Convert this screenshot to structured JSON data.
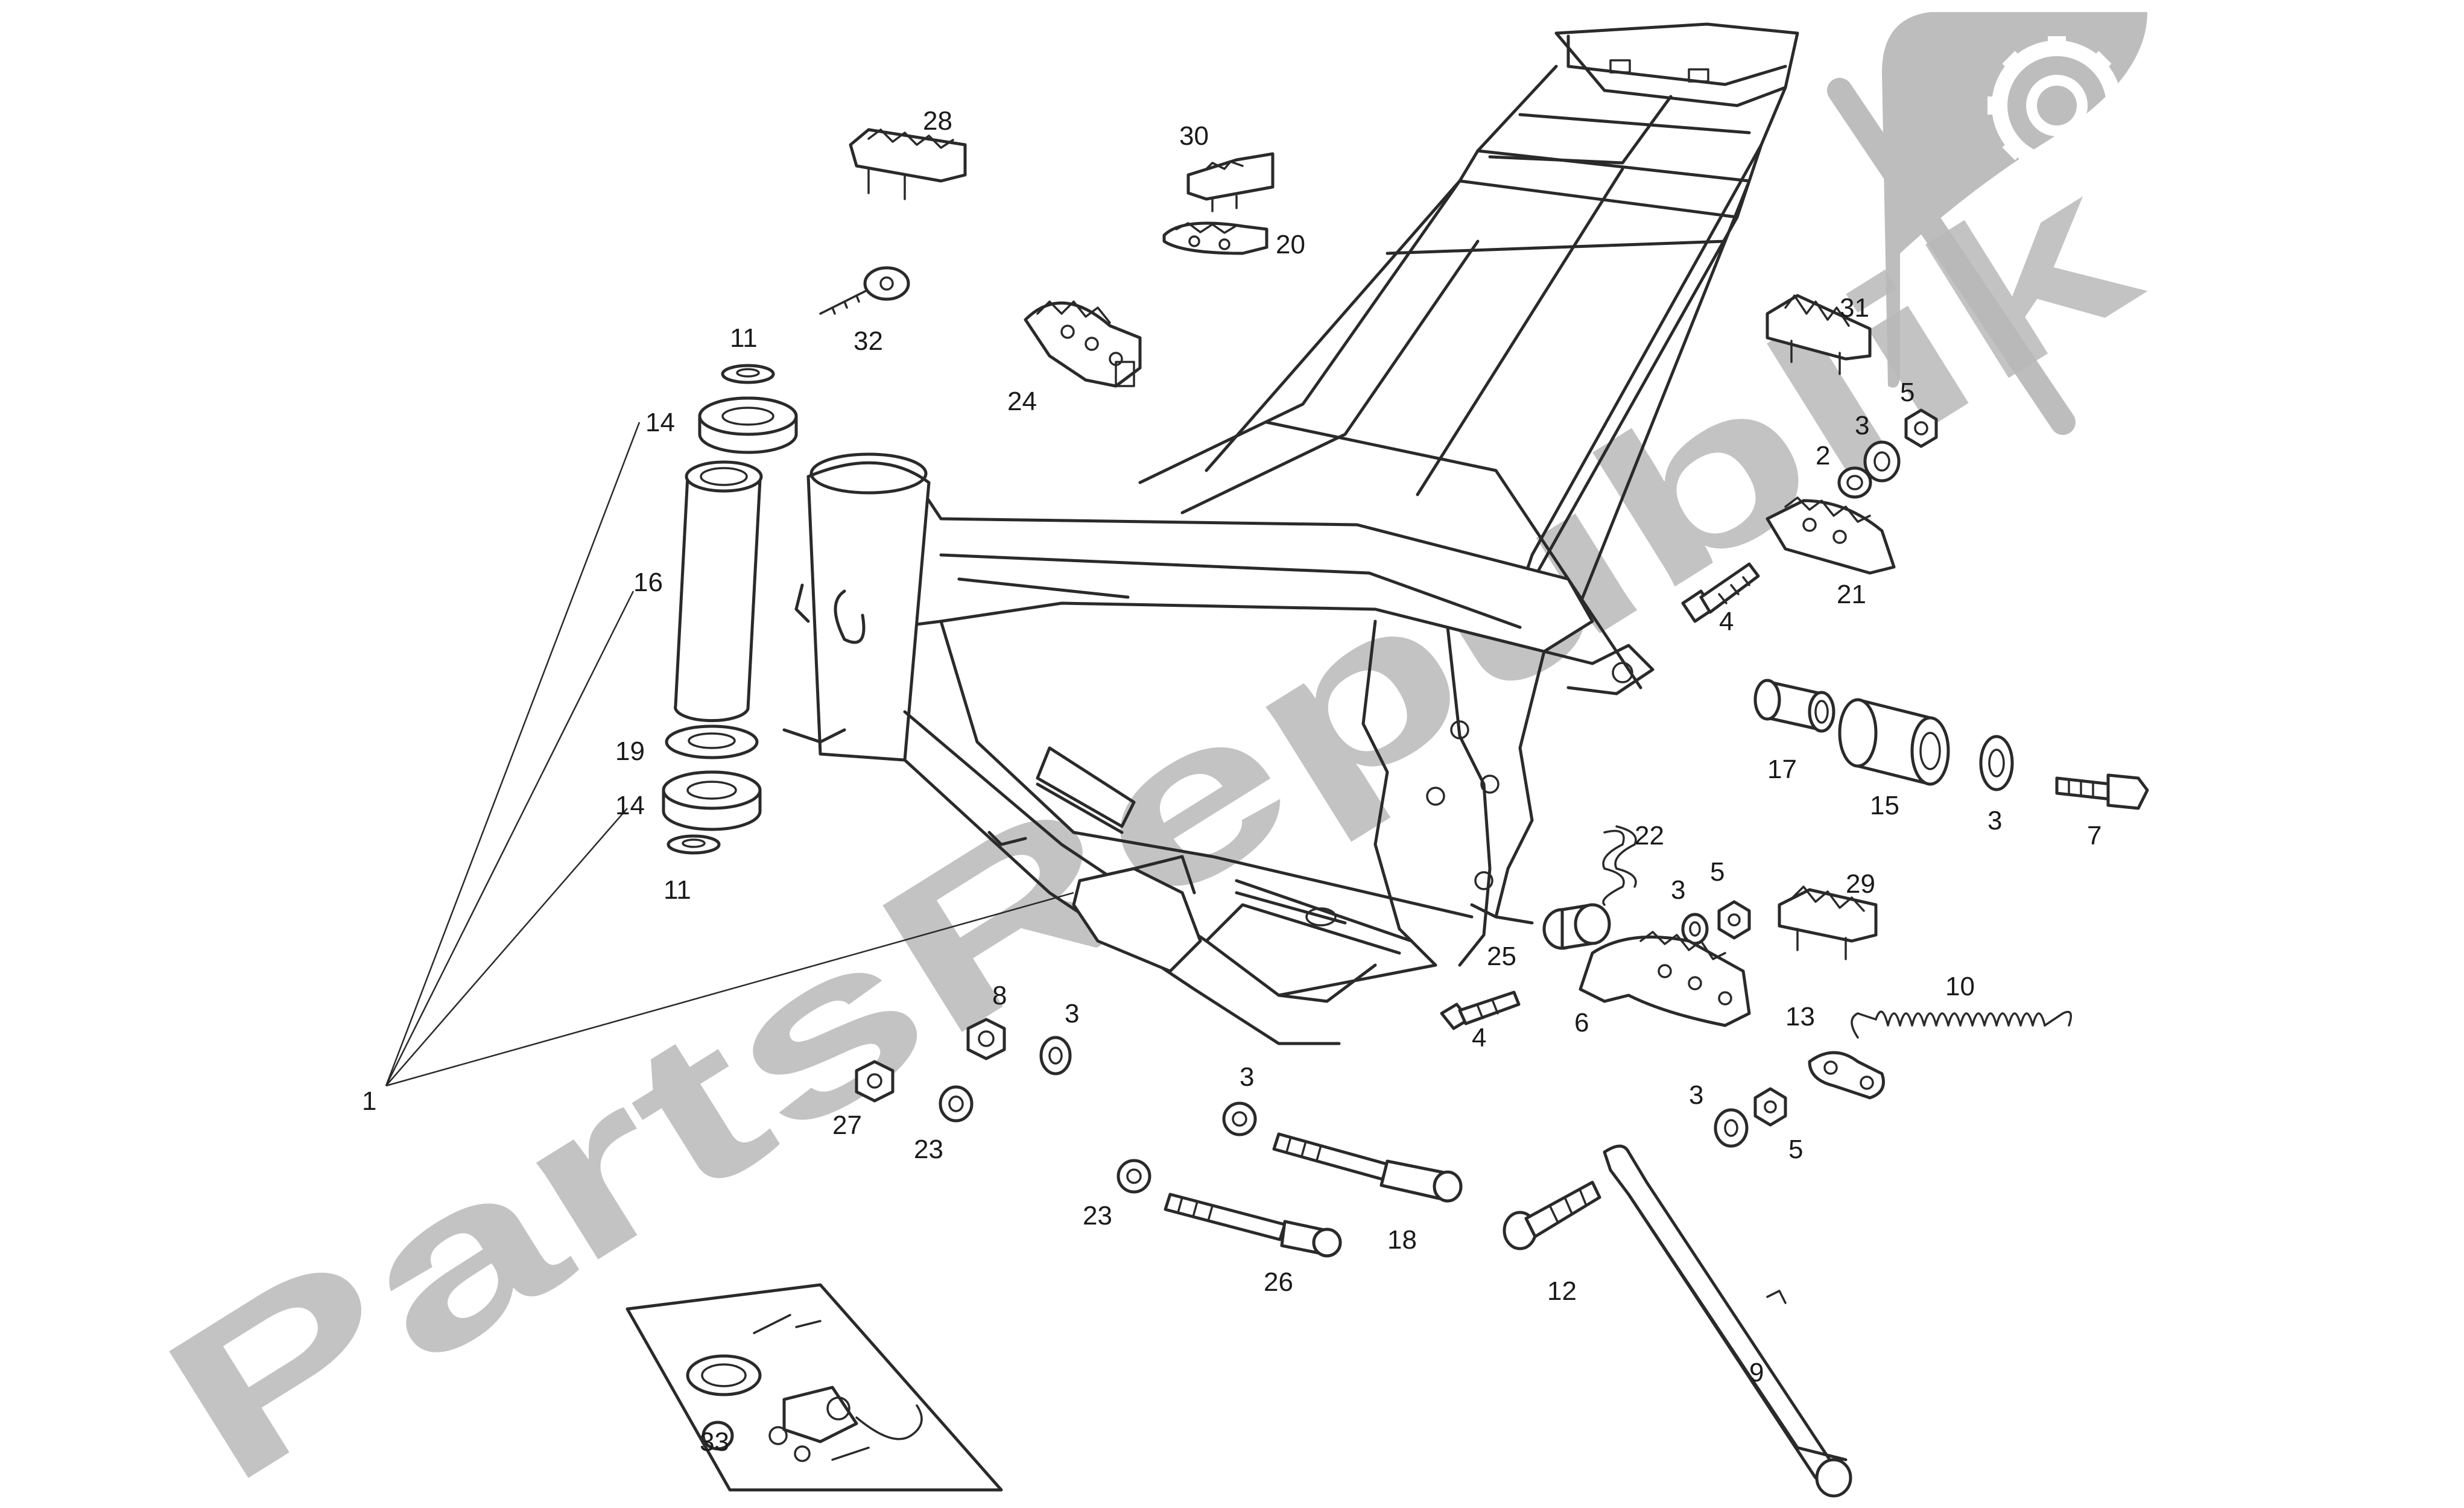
{
  "watermark": {
    "text": "PartsRepublik",
    "color": "#b9b9b9",
    "logo_icon": "gear-flag-icon"
  },
  "callouts": [
    {
      "id": "c28",
      "label": "28"
    },
    {
      "id": "c30",
      "label": "30"
    },
    {
      "id": "c20",
      "label": "20"
    },
    {
      "id": "c32",
      "label": "32"
    },
    {
      "id": "c24",
      "label": "24"
    },
    {
      "id": "c11a",
      "label": "11"
    },
    {
      "id": "c14a",
      "label": "14"
    },
    {
      "id": "c16",
      "label": "16"
    },
    {
      "id": "c19",
      "label": "19"
    },
    {
      "id": "c14b",
      "label": "14"
    },
    {
      "id": "c11b",
      "label": "11"
    },
    {
      "id": "c1",
      "label": "1"
    },
    {
      "id": "c31",
      "label": "31"
    },
    {
      "id": "c5a",
      "label": "5"
    },
    {
      "id": "c3a",
      "label": "3"
    },
    {
      "id": "c2",
      "label": "2"
    },
    {
      "id": "c4a",
      "label": "4"
    },
    {
      "id": "c21",
      "label": "21"
    },
    {
      "id": "c17",
      "label": "17"
    },
    {
      "id": "c15",
      "label": "15"
    },
    {
      "id": "c3b",
      "label": "3"
    },
    {
      "id": "c7",
      "label": "7"
    },
    {
      "id": "c22",
      "label": "22"
    },
    {
      "id": "c3c",
      "label": "3"
    },
    {
      "id": "c5b",
      "label": "5"
    },
    {
      "id": "c29",
      "label": "29"
    },
    {
      "id": "c25",
      "label": "25"
    },
    {
      "id": "c6",
      "label": "6"
    },
    {
      "id": "c4b",
      "label": "4"
    },
    {
      "id": "c10",
      "label": "10"
    },
    {
      "id": "c13",
      "label": "13"
    },
    {
      "id": "c3d",
      "label": "3"
    },
    {
      "id": "c5c",
      "label": "5"
    },
    {
      "id": "c8",
      "label": "8"
    },
    {
      "id": "c3e",
      "label": "3"
    },
    {
      "id": "c27",
      "label": "27"
    },
    {
      "id": "c23a",
      "label": "23"
    },
    {
      "id": "c3f",
      "label": "3"
    },
    {
      "id": "c18",
      "label": "18"
    },
    {
      "id": "c23b",
      "label": "23"
    },
    {
      "id": "c26",
      "label": "26"
    },
    {
      "id": "c12",
      "label": "12"
    },
    {
      "id": "c9",
      "label": "9"
    },
    {
      "id": "c33",
      "label": "33"
    }
  ]
}
